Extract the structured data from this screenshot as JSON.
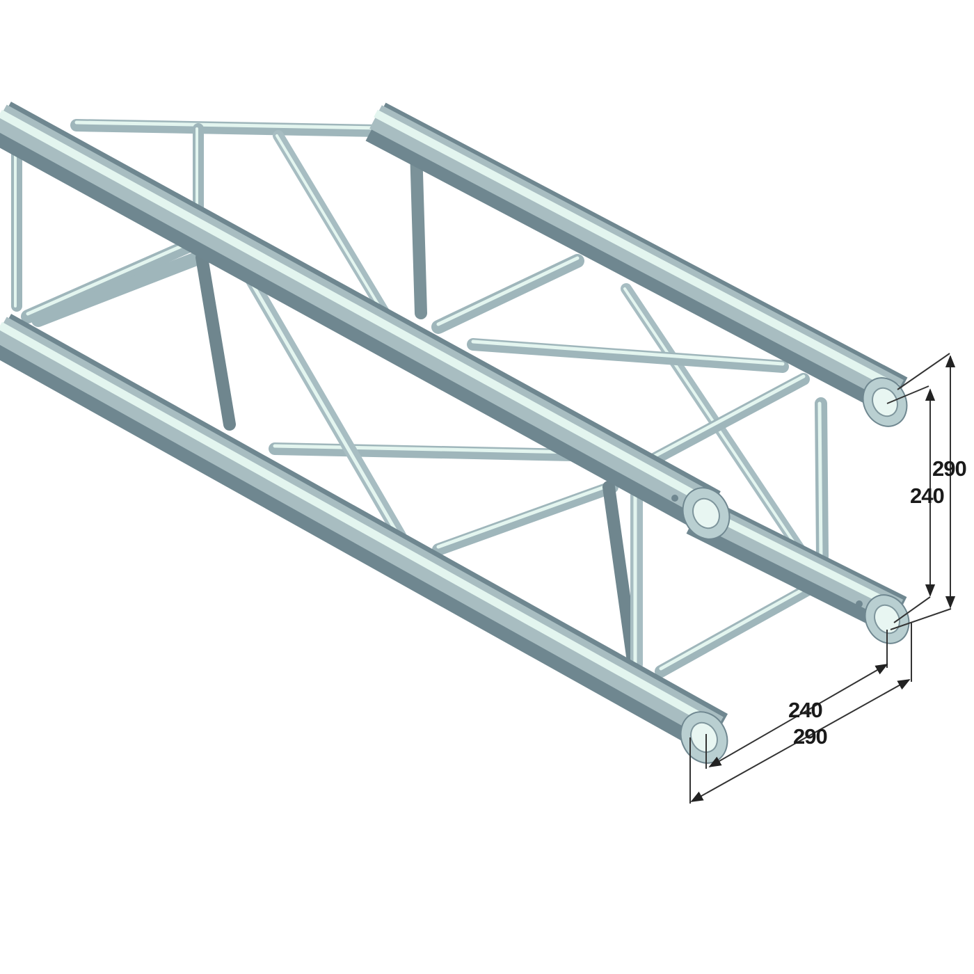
{
  "diagram": {
    "subject": "Square aluminium truss section (4-chord box truss) with conical connectors",
    "colors": {
      "background": "#ffffff",
      "tube_dark": "#6f8790",
      "tube_mid": "#9fb5bb",
      "tube_light": "#dff3ee",
      "dimension_line": "#333333",
      "label": "#1a1a1a"
    },
    "dimensions": {
      "vertical_inner": {
        "value": "240",
        "meaning": "chord center-to-center height"
      },
      "vertical_outer": {
        "value": "290",
        "meaning": "overall outer height"
      },
      "horizontal_inner": {
        "value": "240",
        "meaning": "chord center-to-center width"
      },
      "horizontal_outer": {
        "value": "290",
        "meaning": "overall outer width"
      }
    }
  }
}
